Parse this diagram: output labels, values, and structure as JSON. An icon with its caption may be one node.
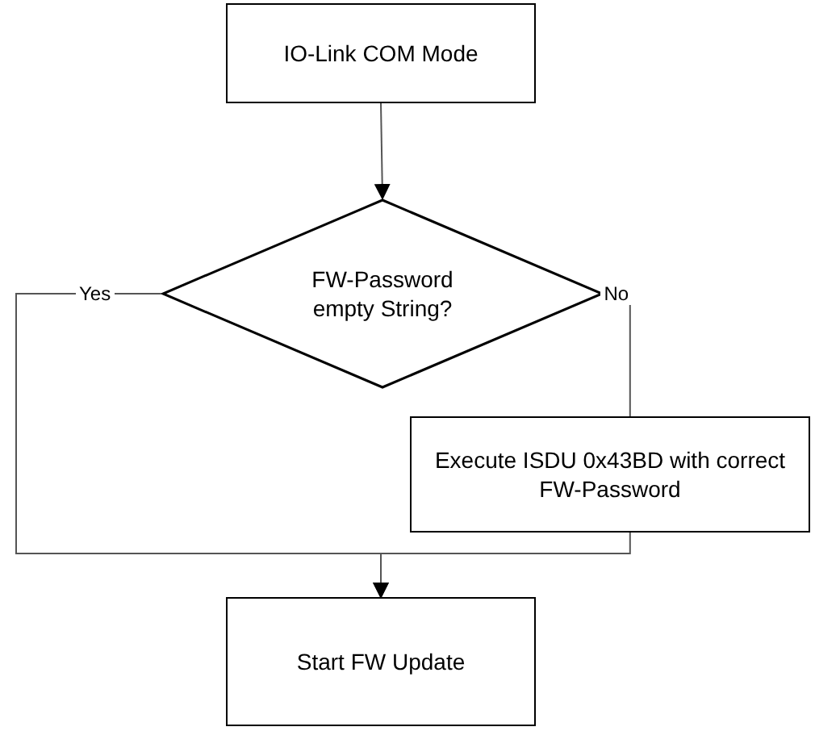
{
  "diagram": {
    "nodes": [
      {
        "text": [
          "IO-Link COM Mode"
        ]
      },
      {
        "text": [
          "FW-Password empty String?"
        ]
      },
      {
        "text": [
          "Execute ISDU 0x43BD with correct FW-Password"
        ]
      },
      {
        "text": [
          "Start FW Update"
        ]
      }
    ],
    "edges": [
      {
        "from": 0,
        "to": 1,
        "arrow": "to"
      },
      {
        "from": 1,
        "to": 3,
        "arrow": "to",
        "label": "Yes"
      },
      {
        "from": 1,
        "to": 2,
        "arrow": "none",
        "label": "No"
      },
      {
        "from": 2,
        "to": 3,
        "arrow": "to"
      }
    ]
  }
}
